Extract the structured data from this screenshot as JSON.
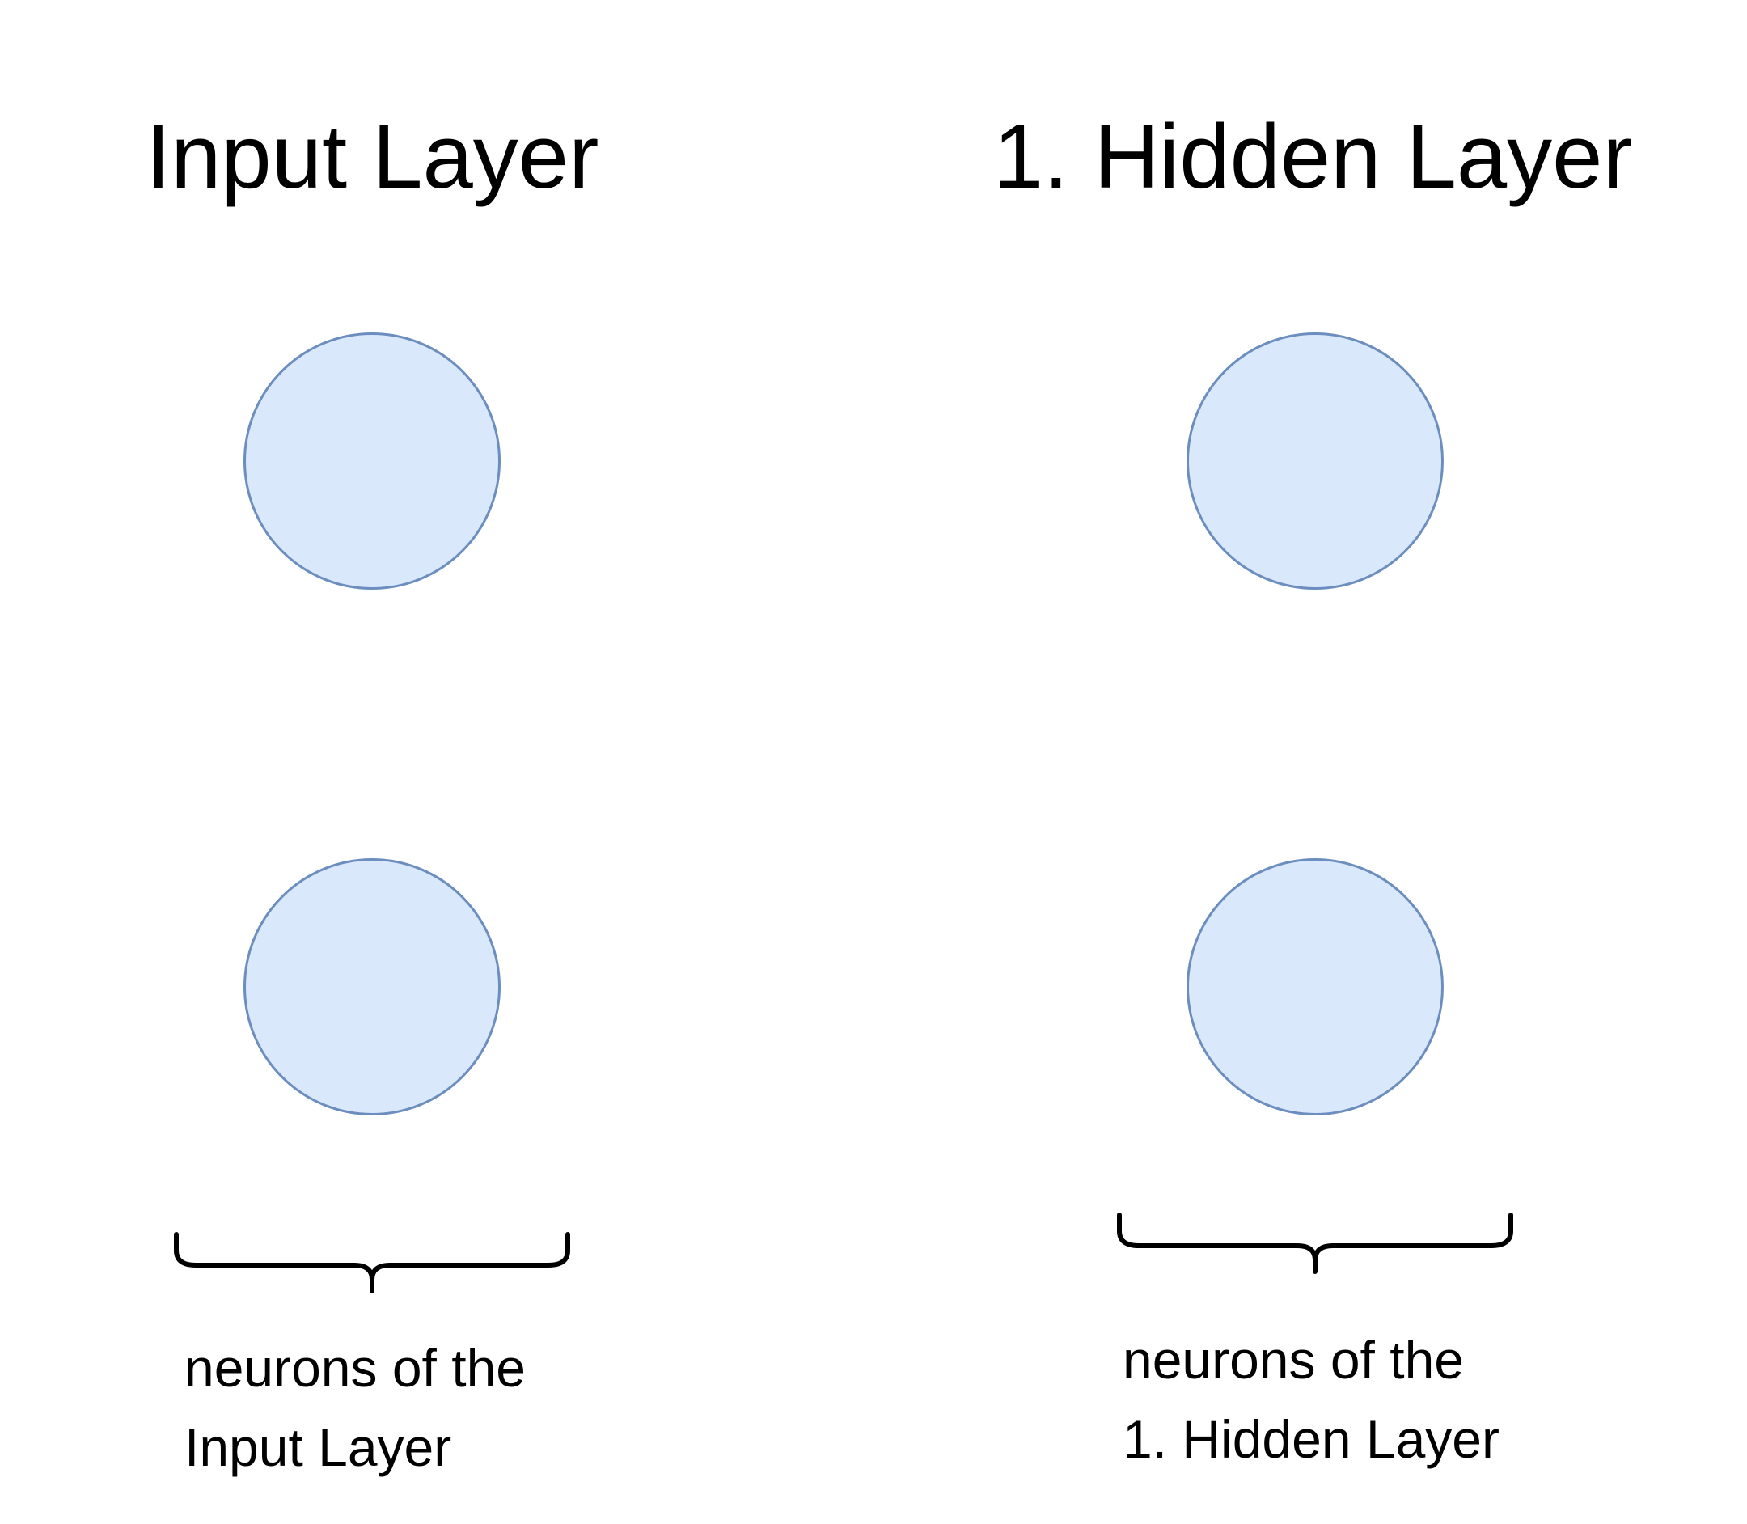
{
  "layers": {
    "input": {
      "title": "Input Layer",
      "caption_line1": "neurons of the",
      "caption_line2": "Input Layer"
    },
    "hidden": {
      "title": "1. Hidden Layer",
      "caption_line1": "neurons of the",
      "caption_line2": "1. Hidden Layer"
    }
  },
  "colors": {
    "neuron_fill": "#dae8fc",
    "neuron_stroke": "#6c8ebf",
    "brace": "#000000"
  }
}
